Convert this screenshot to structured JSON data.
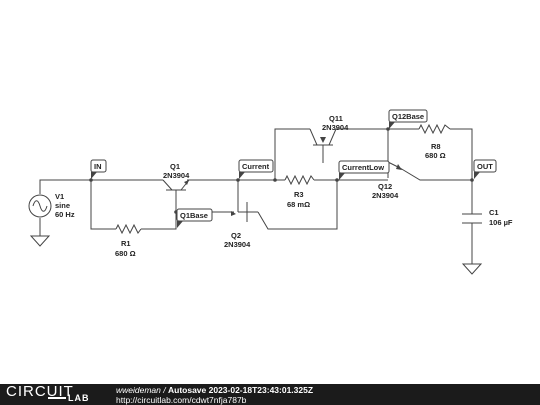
{
  "components": {
    "V1": {
      "name": "V1",
      "type": "sine",
      "freq": "60 Hz"
    },
    "R1": {
      "name": "R1",
      "value": "680 Ω"
    },
    "Q1": {
      "name": "Q1",
      "model": "2N3904"
    },
    "Q2": {
      "name": "Q2",
      "model": "2N3904"
    },
    "R3": {
      "name": "R3",
      "value": "68 mΩ"
    },
    "Q11": {
      "name": "Q11",
      "model": "2N3904"
    },
    "Q12": {
      "name": "Q12",
      "model": "2N3904"
    },
    "R8": {
      "name": "R8",
      "value": "680 Ω"
    },
    "C1": {
      "name": "C1",
      "value": "106 µF"
    }
  },
  "nodes": {
    "in": "IN",
    "q1base": "Q1Base",
    "current": "Current",
    "currentlow": "CurrentLow",
    "q12base": "Q12Base",
    "out": "OUT"
  },
  "footer": {
    "logo_top": "CIRCUIT",
    "logo_bottom": "LAB",
    "author": "wweideman",
    "separator": " / ",
    "title": "Autosave 2023-02-18T23:43:01.325Z",
    "url": "http://circuitlab.com/cdwt7nfja787b"
  }
}
